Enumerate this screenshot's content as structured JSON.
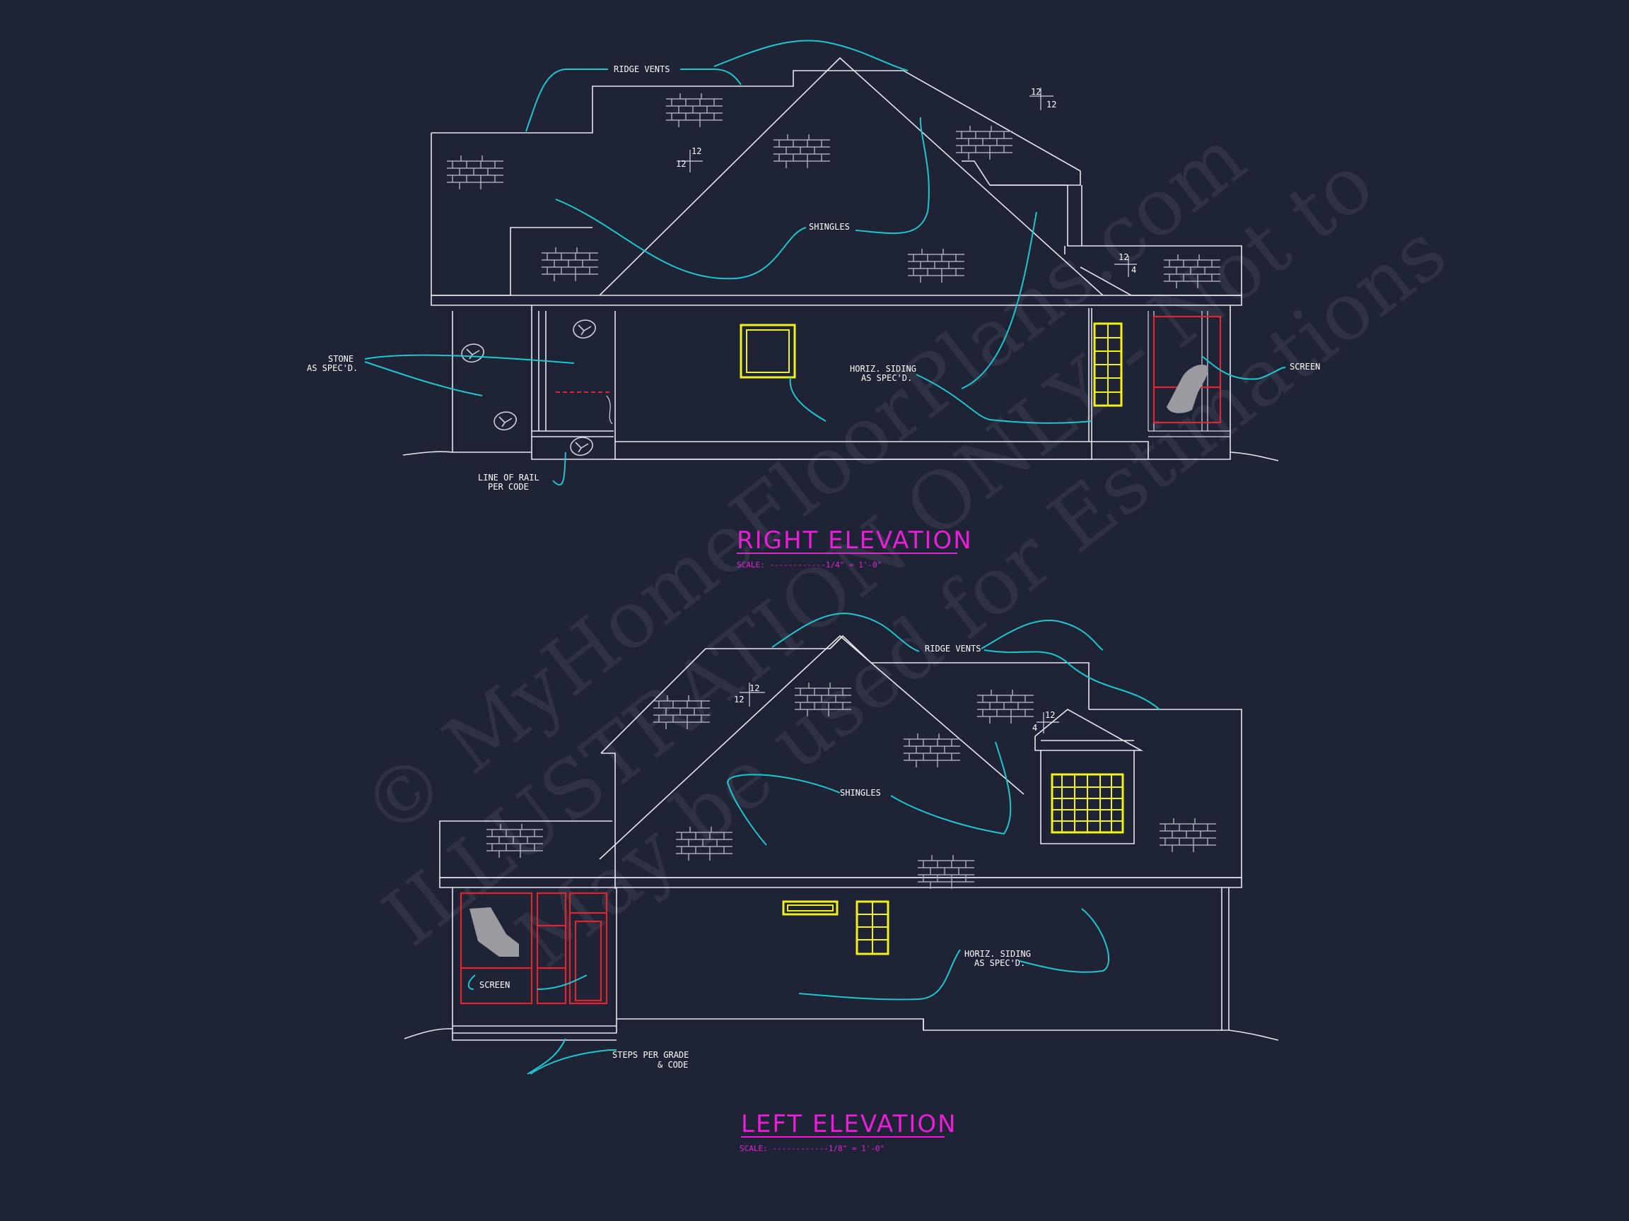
{
  "right_elevation": {
    "title": "RIGHT ELEVATION",
    "scale": "SCALE: ------------1/4\" = 1'-0\"",
    "labels": {
      "ridge_vents": "RIDGE VENTS",
      "shingles": "SHINGLES",
      "stone_1": "STONE",
      "stone_2": "AS SPEC'D.",
      "siding_1": "HORIZ. SIDING",
      "siding_2": "AS SPEC'D.",
      "screen": "SCREEN",
      "rail_1": "LINE OF RAIL",
      "rail_2": "PER CODE"
    },
    "pitches": [
      {
        "rise": "12",
        "run": "12"
      },
      {
        "rise": "12",
        "run": "12"
      },
      {
        "rise": "12",
        "run": "4"
      }
    ]
  },
  "left_elevation": {
    "title": "LEFT ELEVATION",
    "scale": "SCALE: ------------1/8\" = 1'-0\"",
    "labels": {
      "ridge_vents": "RIDGE VENTS",
      "shingles": "SHINGLES",
      "siding_1": "HORIZ. SIDING",
      "siding_2": "AS SPEC'D.",
      "screen": "SCREEN",
      "steps_1": "STEPS PER GRADE",
      "steps_2": "& CODE"
    },
    "pitches": [
      {
        "rise": "12",
        "run": "12"
      },
      {
        "rise": "12",
        "run": "4"
      }
    ]
  },
  "watermark": {
    "line1": "© MyHomeFloorPlans.com",
    "line2": "ILLUSTRATION ONLY - Not to",
    "line3": "May be used for Estimations"
  },
  "colors": {
    "background": "#1f2336",
    "linework": "#e6e6ee",
    "leaders": "#1fc6cf",
    "windows": "#f2f21a",
    "screen_frames": "#e0262c",
    "titles": "#e81fd6"
  }
}
